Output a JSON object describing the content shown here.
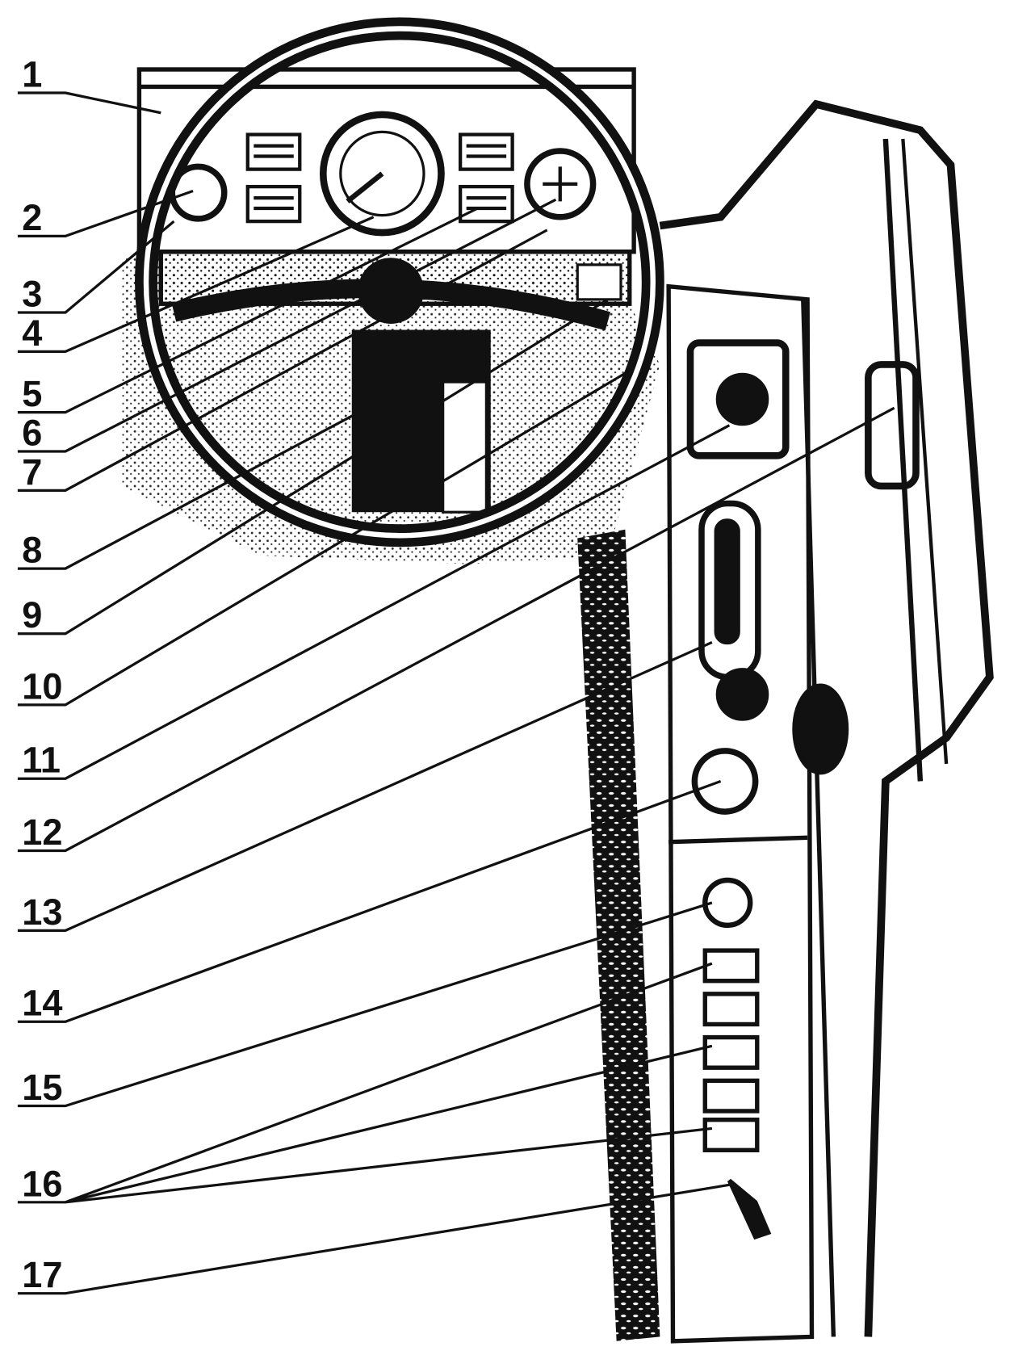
{
  "diagram": {
    "callouts": [
      "1",
      "2",
      "3",
      "4",
      "5",
      "6",
      "7",
      "8",
      "9",
      "10",
      "11",
      "12",
      "13",
      "14",
      "15",
      "16",
      "17"
    ]
  },
  "colors": {
    "ink": "#111111",
    "paper": "#ffffff"
  }
}
